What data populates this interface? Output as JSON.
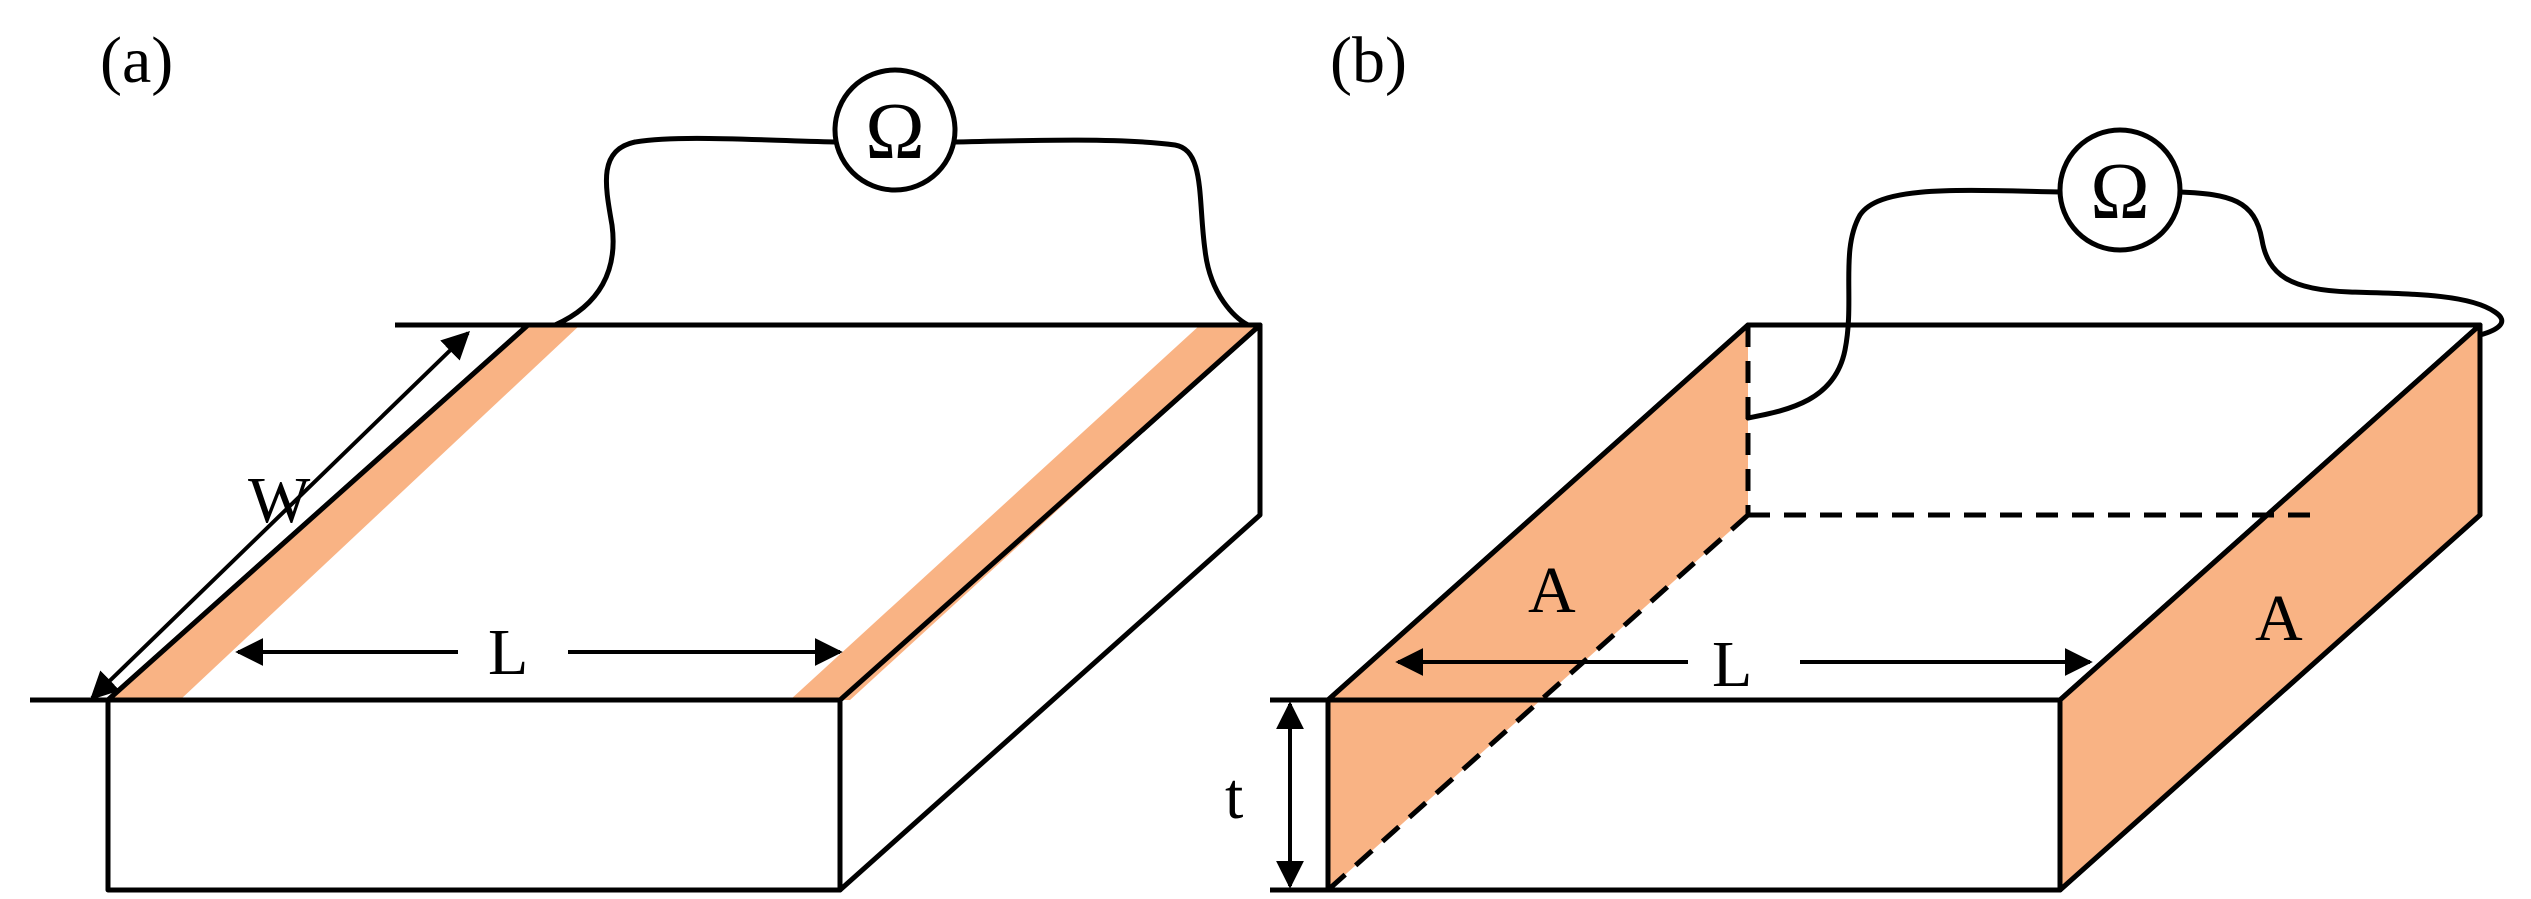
{
  "figure": {
    "colors": {
      "contact": "#F9B384",
      "line": "#000000",
      "background": "#ffffff"
    },
    "panel_a": {
      "panel_label": "(a)",
      "meter_symbol": "Ω",
      "width_label": "W",
      "length_label": "L"
    },
    "panel_b": {
      "panel_label": "(b)",
      "meter_symbol": "Ω",
      "area_label_left": "A",
      "area_label_right": "A",
      "length_label": "L",
      "thickness_label": "t"
    }
  }
}
